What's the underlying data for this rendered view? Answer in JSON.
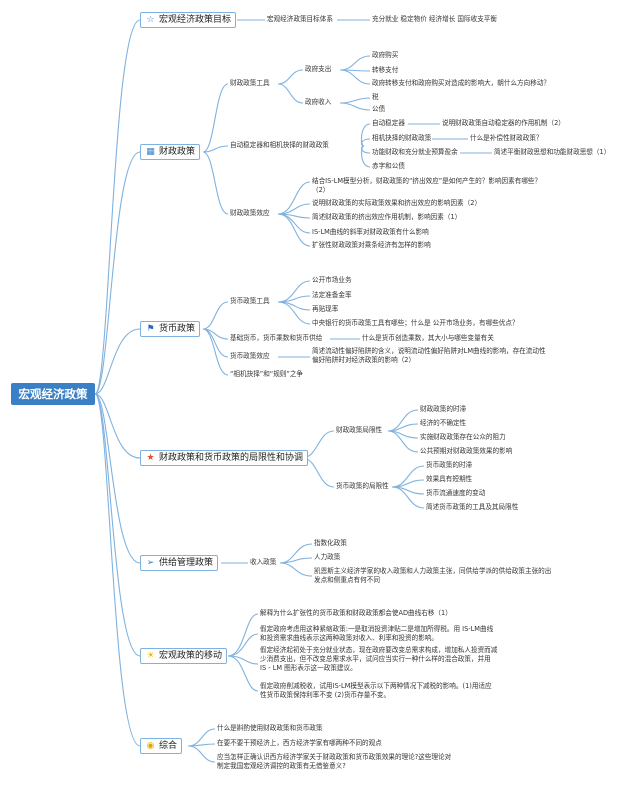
{
  "root": "宏观经济政策",
  "b1": {
    "title": "宏观经济政策目标",
    "icon": "star-outline-icon",
    "c1": "宏观经济政策目标体系",
    "c2": "充分就业 稳定物价 经济增长 国际收支平衡"
  },
  "b2": {
    "title": "财政政策",
    "icon": "calendar-icon",
    "tools": "财政政策工具",
    "spend": "政府支出",
    "s1": "政府购买",
    "s2": "转移支付",
    "s3": "政府转移支付和政府购买对造成的影响大，朝什么方向移动？",
    "income": "政府收入",
    "i1": "税",
    "i2": "公债",
    "auto": "自动稳定器和相机抉择的财政政策",
    "a1": "自动稳定器",
    "a1q": "说明财政政策自动稳定器的作用机制（2）",
    "a2": "相机抉择的财政政策",
    "a2q": "什么是补偿性财政政策？",
    "a3": "功能财政和充分就业预算盈余",
    "a3q": "简述平衡财政思想和功能财政思想（1）",
    "a4": "赤字和公债",
    "effect": "财政政策效应",
    "e1": "结合IS-LM模型分析，财政政策的“挤出效应”是如何产生的？影响因素有哪些？（2）",
    "e2": "说明财政政策的实际政策效果和挤出效应的影响因素（2）",
    "e3": "简述财政政策的挤出效应作用机制，影响因素（1）",
    "e4": "IS-LM曲线的斜率对财政政策有什么影响",
    "e5": "扩张性财政政策对乘条经济有怎样的影响"
  },
  "b3": {
    "title": "货币政策",
    "icon": "flag-icon",
    "tools": "货币政策工具",
    "t1": "公开市场业务",
    "t2": "法定准备金率",
    "t3": "再贴现率",
    "t4": "中央银行的货币政策工具有哪些；什么是 公开市场业务，有哪些优点？",
    "base": "基础货币，货币乘数和货币供给",
    "baseq": "什么是货币创造乘数，其大小与哪些变量有关",
    "effect": "货币政策效应",
    "effq": "简述流动性偏好陷阱的含义，说明流动性偏好陷阱对LM曲线的影响，存在流动性偏好陷阱时对经济政策的影响（2）",
    "rule": "“相机抉择”和“规则”之争"
  },
  "b4": {
    "title": "财政政策和货币政策的局限性和协调",
    "icon": "star-filled-icon",
    "fiscal": "财政政策局限性",
    "f": [
      "财政政策的时滞",
      "经济的不确定性",
      "实施财政政策存在公众的阻力",
      "公共预期对财政政策效果的影响"
    ],
    "monetary": "货币政策的局限性",
    "m": [
      "货币政策的时滞",
      "效果具有短期性",
      "货币流通速度的变动",
      "简述货币政策的工具及其局限性"
    ]
  },
  "b5": {
    "title": "供给管理政策",
    "icon": "paper-plane-icon",
    "income": "收入政策",
    "i1": "指数化政策",
    "i2": "人力政策",
    "i3": "凯恩斯主义经济学家的收入政策和人力政策主张，同供给学派的供给政策主张的出发点和侧重点有何不同"
  },
  "b6": {
    "title": "宏观政策的移动",
    "icon": "lightbulb-icon",
    "q1": "解释为什么扩张性的货币政策和财政政策都会使AD曲线右移（1）",
    "q2": "假定政府考虑用这种紧缩政策:一是取消投资津贴二是增加所得税。用 IS-LM曲线和投资需求曲线表示这两种政策对收入、利率和投资的影响。",
    "q3": "假定经济起初处于充分就业状态，现在政府要改变总需求构成，增加私人投资而减少消费支出，但不改变总需求水平，试问应当实行一种什么样的混合政策，并用 IS - LM 图形表示这一政策建议。",
    "q4": "假定政府削减税收，试用IS-LM模型表示以下两种情况下减税的影响。(1)用适应性货币政策保持利率不变 (2)货币存量不变。"
  },
  "b7": {
    "title": "综合",
    "icon": "coin-icon",
    "q1": "什么是斟酌使用财政政策和货币政策",
    "q2": "在要不要干预经济上，西方经济学家有哪两种不同的观点",
    "q3": "应当怎样正确认识西方经济学家关于财政政策和货币政策效果的理论?这些理论对制定我国宏观经济调控的政策有无借鉴意义?"
  },
  "colors": {
    "root": "#3b7fc4",
    "branch_border": "#7fb2df",
    "line": "#7fb2df"
  }
}
